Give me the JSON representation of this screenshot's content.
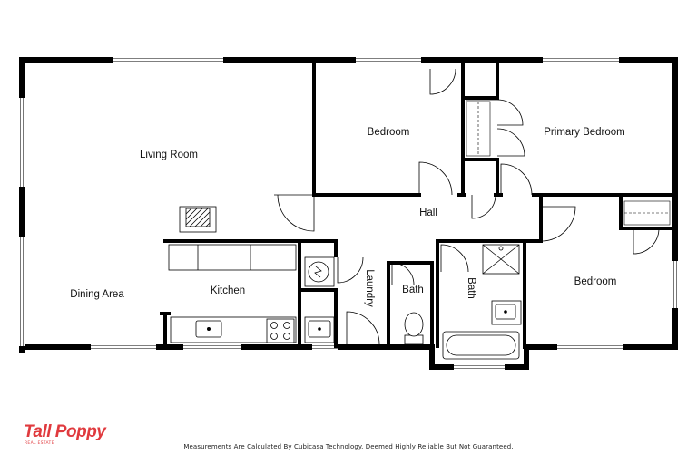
{
  "rooms": {
    "living_room": "Living Room",
    "dining_area": "Dining Area",
    "kitchen": "Kitchen",
    "bedroom_north": "Bedroom",
    "primary_bedroom": "Primary Bedroom",
    "bedroom_south": "Bedroom",
    "hall": "Hall",
    "laundry": "Laundry",
    "bath_small": "Bath",
    "bath_main": "Bath"
  },
  "footer": {
    "disclaimer": "Measurements Are Calculated By Cubicasa Technology. Deemed Highly Reliable But Not Guaranteed."
  },
  "brand": {
    "logo_text": "Tall Poppy",
    "logo_subtext": "REAL ESTATE",
    "color": "#e03a3e"
  }
}
